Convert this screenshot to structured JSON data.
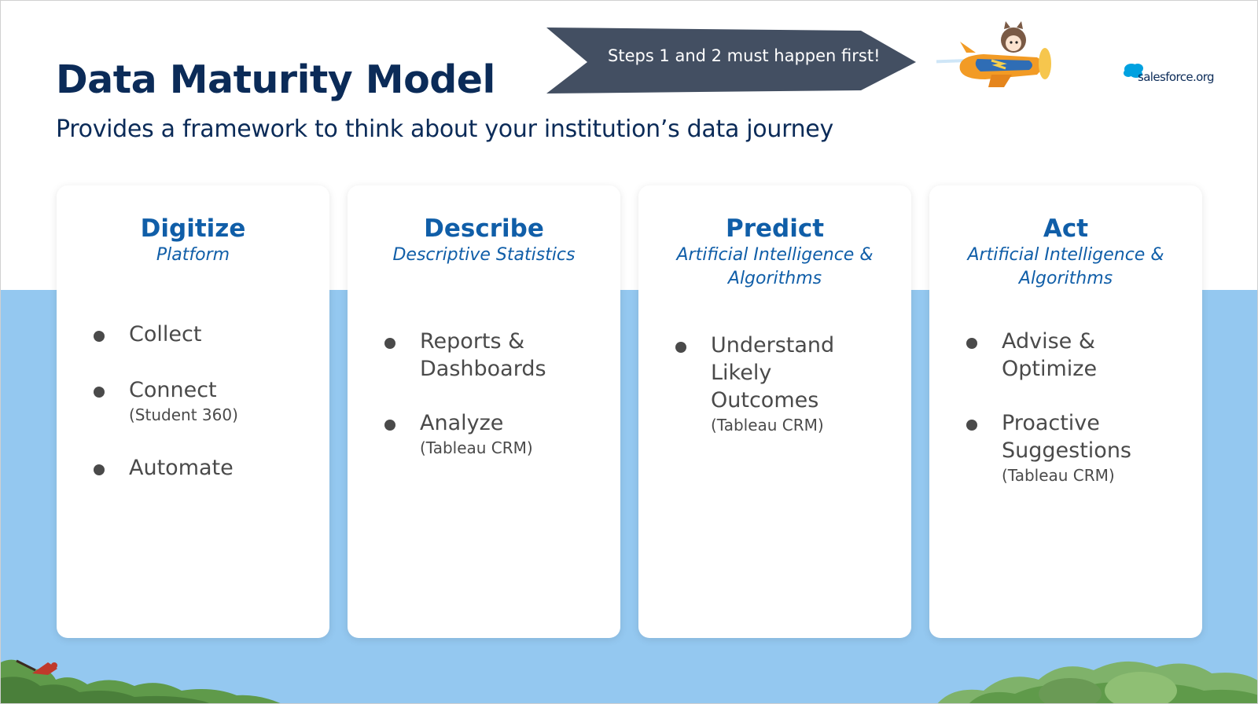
{
  "slide": {
    "title": "Data Maturity Model",
    "subtitle": "Provides a framework to think about your institution’s data journey",
    "banner": "Steps 1 and 2 must happen first!",
    "logo_text": "salesforce.org"
  },
  "colors": {
    "title": "#0b2b58",
    "card_heading": "#105ea8",
    "banner_fill": "#434f62",
    "sky": "#94c8f0",
    "body_text": "#4a4a4a"
  },
  "cards": [
    {
      "title": "Digitize",
      "subtitle": "Platform",
      "bullets": [
        {
          "label": "Collect",
          "note": ""
        },
        {
          "label": "Connect",
          "note": "(Student 360)"
        },
        {
          "label": "Automate",
          "note": ""
        }
      ]
    },
    {
      "title": "Describe",
      "subtitle": "Descriptive Statistics",
      "bullets": [
        {
          "label": "Reports & Dashboards",
          "note": ""
        },
        {
          "label": "Analyze",
          "note": "(Tableau CRM)"
        }
      ]
    },
    {
      "title": "Predict",
      "subtitle": "Artificial Intelligence & Algorithms",
      "bullets": [
        {
          "label": "Understand Likely Outcomes",
          "note": "(Tableau CRM)"
        }
      ]
    },
    {
      "title": "Act",
      "subtitle": "Artificial Intelligence & Algorithms",
      "bullets": [
        {
          "label": "Advise & Optimize",
          "note": ""
        },
        {
          "label": "Proactive Suggestions",
          "note": "(Tableau CRM)"
        }
      ]
    }
  ],
  "decor": {
    "mascot": "astro-airplane-icon",
    "cloud": "salesforce-cloud-icon",
    "bird": "bird-icon",
    "bushes": "bush-illustration"
  }
}
